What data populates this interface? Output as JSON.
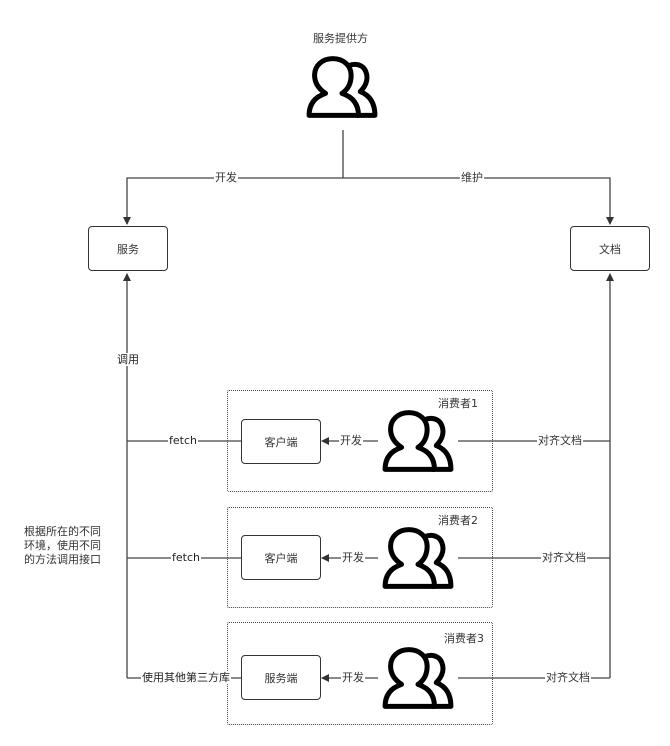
{
  "provider": {
    "title": "服务提供方",
    "icon": "users-icon"
  },
  "nodes": {
    "service": "服务",
    "docs": "文档"
  },
  "edges": {
    "develop": "开发",
    "maintain": "维护",
    "call": "调用"
  },
  "note": [
    "根据所在的不同",
    "环境，使用不同",
    "的方法调用接口"
  ],
  "consumers": [
    {
      "name": "消费者1",
      "node": "客户端",
      "develop": "开发",
      "call": "fetch",
      "align": "对齐文档",
      "icon": "users-icon"
    },
    {
      "name": "消费者2",
      "node": "客户端",
      "develop": "开发",
      "call": "fetch",
      "align": "对齐文档",
      "icon": "users-icon"
    },
    {
      "name": "消费者3",
      "node": "服务端",
      "develop": "开发",
      "call": "使用其他第三方库",
      "align": "对齐文档",
      "icon": "users-icon"
    }
  ],
  "colors": {
    "line": "#444444",
    "icon": "#000000",
    "text": "#333333"
  }
}
